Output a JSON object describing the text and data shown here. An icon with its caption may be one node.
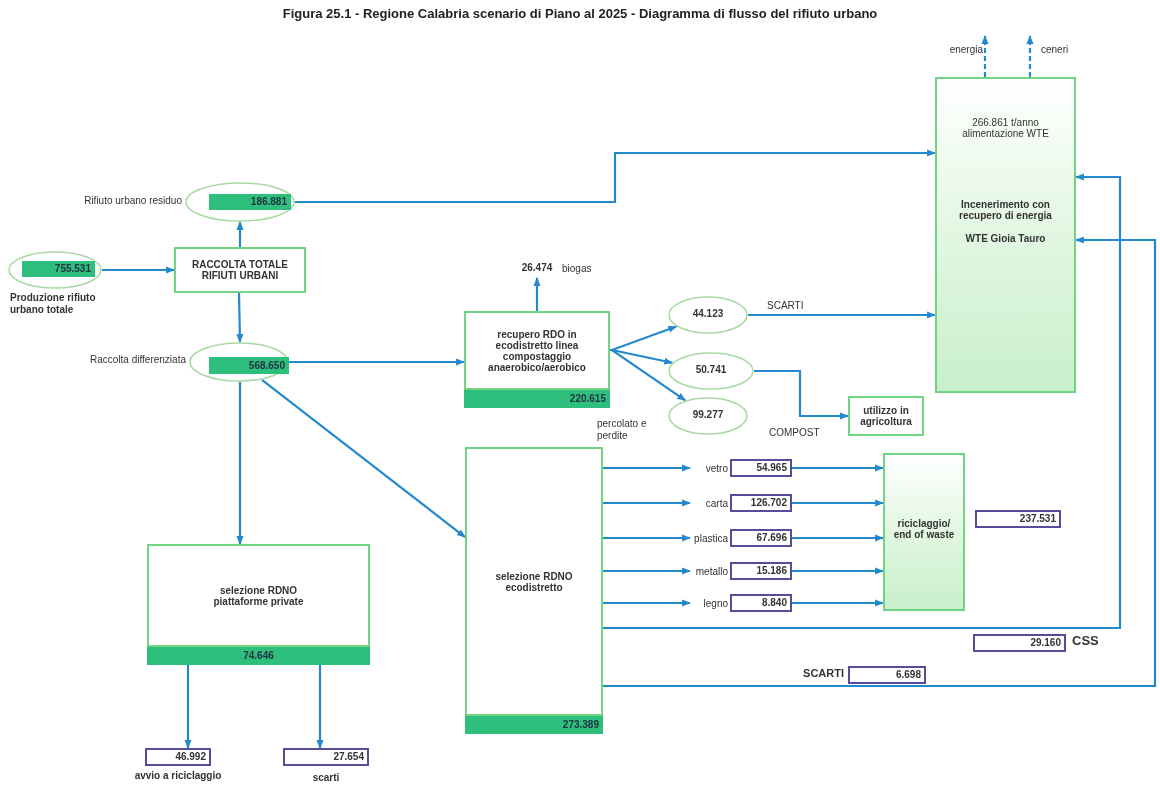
{
  "diagram": {
    "title": "Figura 25.1 - Regione Calabria scenario di Piano al 2025 - Diagramma di flusso del rifiuto urbano",
    "nodes": [
      {
        "text": [
          "755.531"
        ],
        "beside": [
          "Produzione rifiuto urbano totale"
        ]
      },
      {
        "text": [
          "RACCOLTA TOTALE RIFIUTI URBANI"
        ]
      },
      {
        "text": [
          "186.881"
        ],
        "beside": [
          "Rifiuto urbano residuo"
        ]
      },
      {
        "text": [
          "568.650"
        ],
        "beside": [
          "Raccolta differenziata"
        ]
      },
      {
        "text": [
          "recupero RDO in ecodistretto linea compostaggio anaerobico/aerobico",
          "220.615"
        ]
      },
      {
        "text": [
          "26.474"
        ],
        "beside": [
          "biogas"
        ]
      },
      {
        "text": [
          "44.123"
        ]
      },
      {
        "text": [
          "50.741"
        ]
      },
      {
        "text": [
          "99.277"
        ]
      },
      {
        "text": [
          "utilizzo in agricoltura"
        ]
      },
      {
        "text": [
          "266.861 t/anno alimentazione WTE",
          "Incenerimento con recupero di energia",
          "WTE Gioia Tauro"
        ]
      },
      {
        "text": [
          "selezione RDNO ecodistretto",
          "273.389"
        ]
      },
      {
        "text": [
          "54.965"
        ],
        "beside": [
          "vetro"
        ]
      },
      {
        "text": [
          "126.702"
        ],
        "beside": [
          "carta"
        ]
      },
      {
        "text": [
          "67.696"
        ],
        "beside": [
          "plastica"
        ]
      },
      {
        "text": [
          "15.186"
        ],
        "beside": [
          "metallo"
        ]
      },
      {
        "text": [
          "8.840"
        ],
        "beside": [
          "legno"
        ]
      },
      {
        "text": [
          "riciclaggio/ end of waste"
        ]
      },
      {
        "text": [
          "237.531"
        ]
      },
      {
        "text": [
          "selezione RDNO piattaforme private",
          "74.646"
        ]
      },
      {
        "text": [
          "46.992"
        ],
        "beside": [
          "avvio a riciclaggio"
        ]
      },
      {
        "text": [
          "27.654"
        ],
        "beside": [
          "scarti"
        ]
      },
      {
        "text": [
          "29.160"
        ],
        "beside": [
          "CSS"
        ]
      },
      {
        "text": [
          "6.698"
        ],
        "beside": [
          "SCARTI"
        ]
      }
    ],
    "edges": [
      {
        "from": 0,
        "to": 1,
        "arrow": "to"
      },
      {
        "from": 1,
        "to": 2,
        "arrow": "to"
      },
      {
        "from": 1,
        "to": 3,
        "arrow": "to"
      },
      {
        "from": 2,
        "to": 10,
        "arrow": "to"
      },
      {
        "from": 3,
        "to": 4,
        "arrow": "to"
      },
      {
        "from": 3,
        "to": 19,
        "arrow": "to"
      },
      {
        "from": 3,
        "to": 11,
        "arrow": "to"
      },
      {
        "from": 4,
        "to": 5,
        "arrow": "to"
      },
      {
        "from": 4,
        "to": 6,
        "arrow": "to"
      },
      {
        "from": 4,
        "to": 7,
        "arrow": "to"
      },
      {
        "from": 4,
        "to": 8,
        "arrow": "to"
      },
      {
        "from": 6,
        "to": 10,
        "arrow": "to",
        "label": "SCARTI"
      },
      {
        "from": 7,
        "to": 9,
        "arrow": "to",
        "label": "COMPOST"
      },
      {
        "from": 10,
        "to": null,
        "arrow": "to",
        "style": "dashed",
        "label": "energia"
      },
      {
        "from": 10,
        "to": null,
        "arrow": "to",
        "style": "dashed",
        "label": "ceneri"
      },
      {
        "from": 11,
        "to": 12,
        "arrow": "to"
      },
      {
        "from": 11,
        "to": 13,
        "arrow": "to"
      },
      {
        "from": 11,
        "to": 14,
        "arrow": "to"
      },
      {
        "from": 11,
        "to": 15,
        "arrow": "to"
      },
      {
        "from": 11,
        "to": 16,
        "arrow": "to"
      },
      {
        "from": 12,
        "to": 17,
        "arrow": "to"
      },
      {
        "from": 13,
        "to": 17,
        "arrow": "to"
      },
      {
        "from": 14,
        "to": 17,
        "arrow": "to"
      },
      {
        "from": 15,
        "to": 17,
        "arrow": "to"
      },
      {
        "from": 16,
        "to": 17,
        "arrow": "to"
      },
      {
        "from": 11,
        "to": 10,
        "arrow": "to"
      },
      {
        "from": 11,
        "to": 10,
        "arrow": "to"
      },
      {
        "from": 19,
        "to": 20,
        "arrow": "to"
      },
      {
        "from": 19,
        "to": 21,
        "arrow": "to"
      }
    ],
    "labels": [
      "percolato e perdite"
    ]
  }
}
